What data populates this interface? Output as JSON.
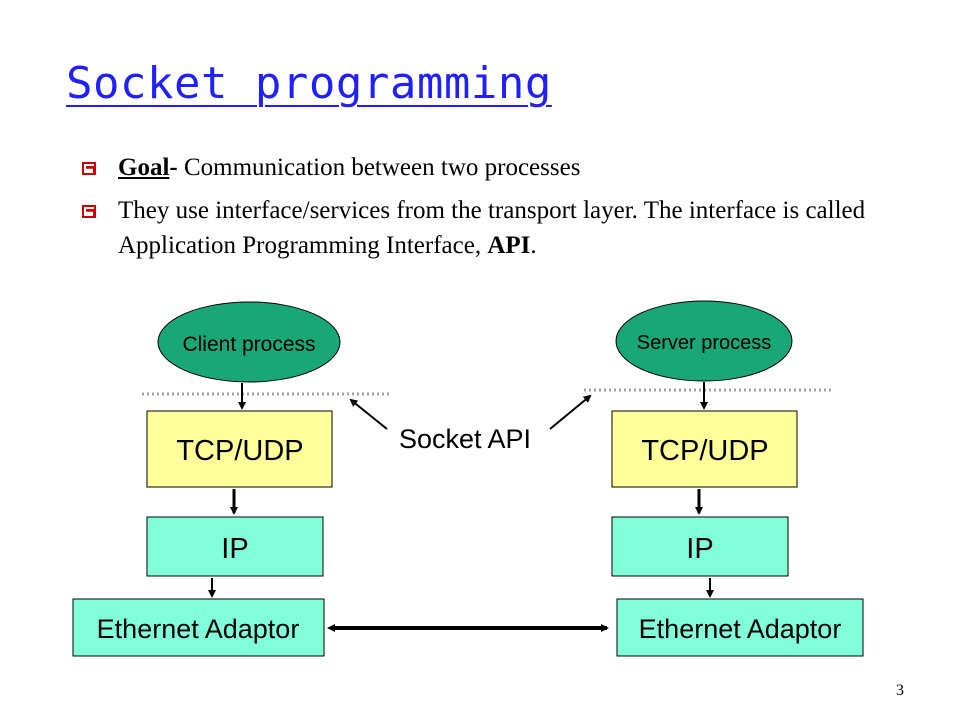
{
  "slide": {
    "title": "Socket programming",
    "page_number": "3"
  },
  "bullets": [
    {
      "lead": "Goal",
      "lead_suffix": "-",
      "text": " Communication between two processes"
    },
    {
      "text_1": "They use interface/services from the transport layer. The interface is called Application Programming Interface, ",
      "emph": "API",
      "text_2": "."
    }
  ],
  "diagram": {
    "client": {
      "process_label": "Client process",
      "transport_label": "TCP/UDP",
      "network_label": "IP",
      "link_label": "Ethernet Adaptor"
    },
    "server": {
      "process_label": "Server process",
      "transport_label": "TCP/UDP",
      "network_label": "IP",
      "link_label": "Ethernet Adaptor"
    },
    "socket_api_label": "Socket API",
    "colors": {
      "process_fill": "#1aa777",
      "transport_fill": "#ffff99",
      "network_fill": "#80ffd9",
      "link_fill": "#80ffd9",
      "arrow": "#000000",
      "divider": "#a0a0a0"
    }
  }
}
